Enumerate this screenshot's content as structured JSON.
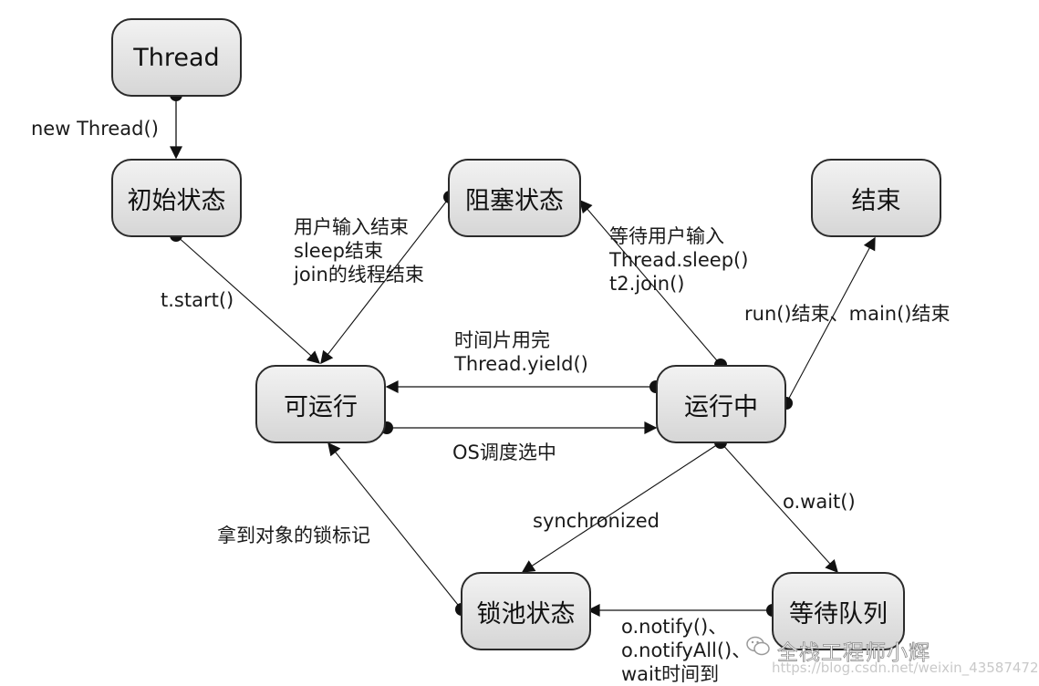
{
  "nodes": {
    "thread": "Thread",
    "initial": "初始状态",
    "blocked": "阻塞状态",
    "terminated": "结束",
    "runnable": "可运行",
    "running": "运行中",
    "lock_pool": "锁池状态",
    "wait_queue": "等待队列"
  },
  "edges": {
    "new_thread": "new Thread()",
    "start": "t.start()",
    "block_end": [
      "用户输入结束",
      "sleep结束",
      "join的线程结束"
    ],
    "to_blocked": [
      "等待用户输入",
      "Thread.sleep()",
      "t2.join()"
    ],
    "finish": "run()结束、main()结束",
    "timeslice": [
      "时间片用完",
      "Thread.yield()"
    ],
    "os_select": "OS调度选中",
    "synchronized": "synchronized",
    "wait": "o.wait()",
    "get_lock": "拿到对象的锁标记",
    "notify": [
      "o.notify()、",
      "o.notifyAll()、",
      "wait时间到"
    ]
  },
  "watermark": {
    "text": "全栈工程师小辉",
    "url": "https://blog.csdn.net/weixin_43587472"
  },
  "colors": {
    "node_fill_top": "#f2f2f2",
    "node_fill_bottom": "#d6d6d6",
    "stroke": "#111111"
  }
}
